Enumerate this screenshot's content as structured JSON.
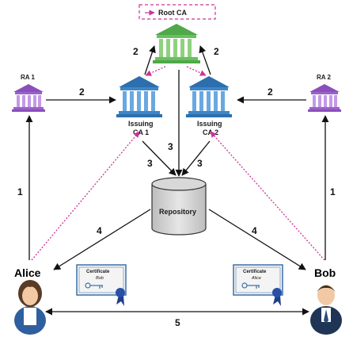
{
  "labels": {
    "root_ca": "Root CA",
    "ra1": "RA 1",
    "ra2": "RA 2",
    "issuing_ca1_line1": "Issuing",
    "issuing_ca1_line2": "CA 1",
    "issuing_ca2_line1": "Issuing",
    "issuing_ca2_line2": "CA 2",
    "repository": "Repository",
    "alice": "Alice",
    "bob": "Bob"
  },
  "certificates": {
    "left": {
      "title": "Certificate",
      "name": "Bob"
    },
    "right": {
      "title": "Certificate",
      "name": "Alice"
    }
  },
  "steps": {
    "s1": "1",
    "s2": "2",
    "s3": "3",
    "s4": "4",
    "s5": "5"
  },
  "colors": {
    "root_green": "#6abf5e",
    "ca_blue": "#3c86c8",
    "ra_purple": "#9b62c9",
    "dotted_magenta": "#cc3399",
    "repository_gray": "#c9c9c9"
  }
}
